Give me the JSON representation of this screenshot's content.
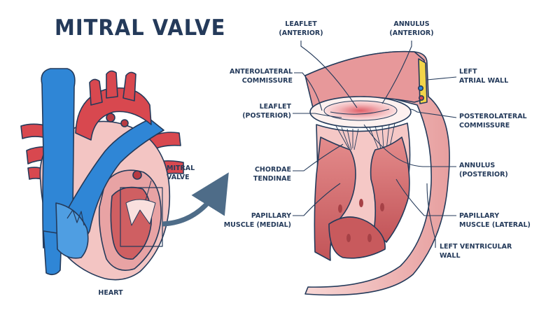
{
  "title": "MITRAL VALVE",
  "heart_labels": {
    "mitral_valve": [
      "MITRAL",
      "VALVE"
    ],
    "heart": "HEART"
  },
  "valve_labels": {
    "leaflet_anterior": [
      "LEAFLET",
      "(ANTERIOR)"
    ],
    "annulus_anterior": [
      "ANNULUS",
      "(ANTERIOR)"
    ],
    "anterolateral_commissure": [
      "ANTEROLATERAL",
      "COMMISSURE"
    ],
    "left_atrial_wall": [
      "LEFT",
      "ATRIAL WALL"
    ],
    "leaflet_posterior": [
      "LEAFLET",
      "(POSTERIOR)"
    ],
    "posterolateral_commissure": [
      "POSTEROLATERAL",
      "COMMISSURE"
    ],
    "chordae_tendinae": [
      "CHORDAE",
      "TENDINAE"
    ],
    "annulus_posterior": [
      "ANNULUS",
      "(POSTERIOR)"
    ],
    "papillary_medial": [
      "PAPILLARY",
      "MUSCLE (MEDIAL)"
    ],
    "papillary_lateral": [
      "PAPILLARY",
      "MUSCLE (LATERAL)"
    ],
    "left_ventricular_wall": [
      "LEFT VENTRICULAR",
      "WALL"
    ]
  },
  "colors": {
    "outline": "#243a5a",
    "vein_blue": "#2f86d6",
    "artery_red": "#d8484f",
    "tissue_pink": "#f3c5c3",
    "muscle_red": "#c6575a",
    "arrow_blue": "#4e6c88"
  }
}
